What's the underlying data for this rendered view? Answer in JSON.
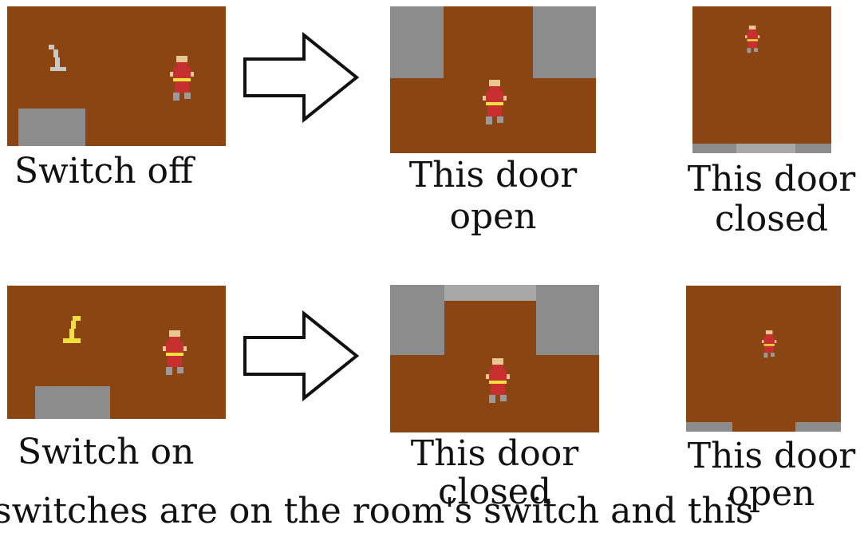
{
  "colors": {
    "floor": "#8b4513",
    "wall": "#8c8c8c",
    "door_closed": "#a8a8a8",
    "switch_off": "#c8c8c8",
    "switch_on": "#f0e040",
    "player_red": "#c83030",
    "player_yellow": "#f0e040",
    "player_skin": "#e8c890",
    "player_gray": "#9a9a9a"
  },
  "rows": [
    {
      "switch_state": "off",
      "switch_label": "Switch off",
      "door1_label_line1": "This door",
      "door1_label_line2": "open",
      "door2_label_line1": "This door",
      "door2_label_line2": "closed"
    },
    {
      "switch_state": "on",
      "switch_label": "Switch on",
      "door1_label_line1": "This door",
      "door1_label_line2": "closed",
      "door2_label_line1": "This door",
      "door2_label_line2": "open"
    }
  ],
  "footer_text": "switches are on the room's switch and this"
}
